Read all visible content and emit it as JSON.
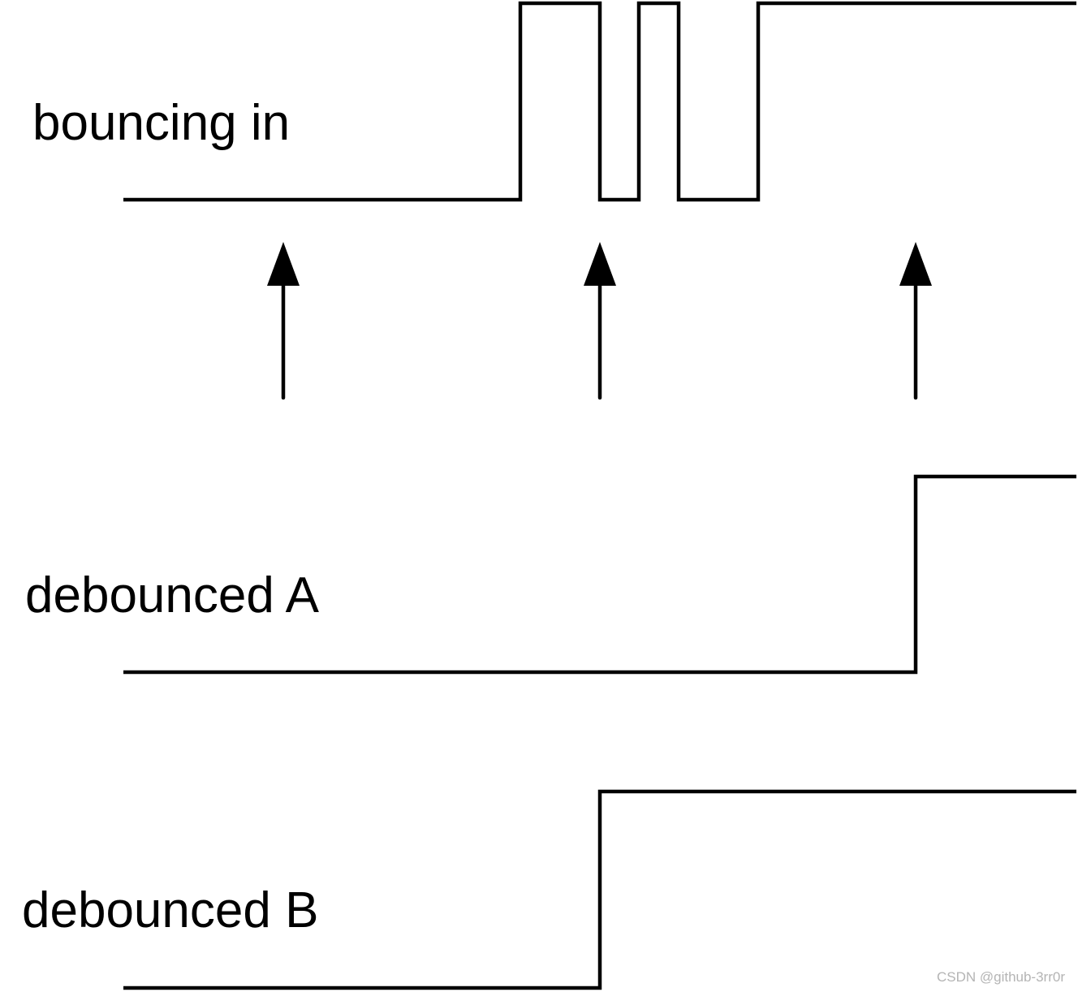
{
  "labels": {
    "bouncing_in": "bouncing in",
    "debounced_a": "debounced A",
    "debounced_b": "debounced B"
  },
  "watermark": "CSDN @github-3rr0r",
  "colors": {
    "line": "#000000",
    "background": "#ffffff",
    "watermark": "#b4b4b4"
  }
}
